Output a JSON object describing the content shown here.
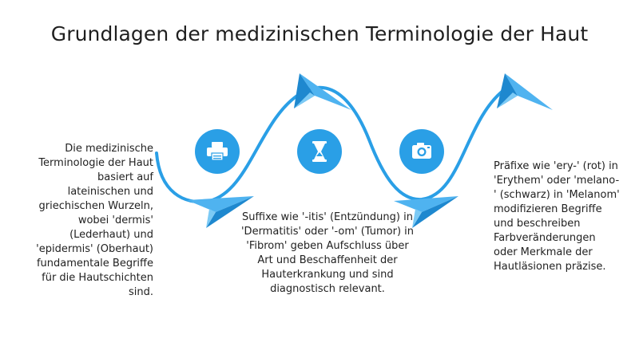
{
  "title": "Grundlagen der medizinischen Terminologie der Haut",
  "colors": {
    "accent": "#2a9fe6",
    "accent_dark": "#1a7cc0",
    "arrow_light": "#4fb3f0",
    "arrow_dark": "#1e88cf",
    "icon_glyph": "#ffffff"
  },
  "steps": [
    {
      "icon": "printer-icon",
      "text": "Die medizinische Terminologie der Haut basiert auf lateinischen und griechischen Wurzeln, wobei 'dermis' (Lederhaut) und 'epidermis' (Oberhaut) fundamentale Begriffe für die Hautschichten sind."
    },
    {
      "icon": "hourglass-icon",
      "text": "Suffixe wie '-itis' (Entzündung) in 'Dermatitis' oder '-om' (Tumor) in 'Fibrom' geben Aufschluss über Art und Beschaffenheit der Hauterkrankung und sind diagnostisch relevant."
    },
    {
      "icon": "camera-icon",
      "text": "Präfixe wie 'ery-' (rot) in 'Erythem' oder 'melano-' (schwarz) in 'Melanom' modifizieren Begriffe und beschreiben Farbveränderungen oder Merkmale der Hautläsionen präzise."
    }
  ]
}
